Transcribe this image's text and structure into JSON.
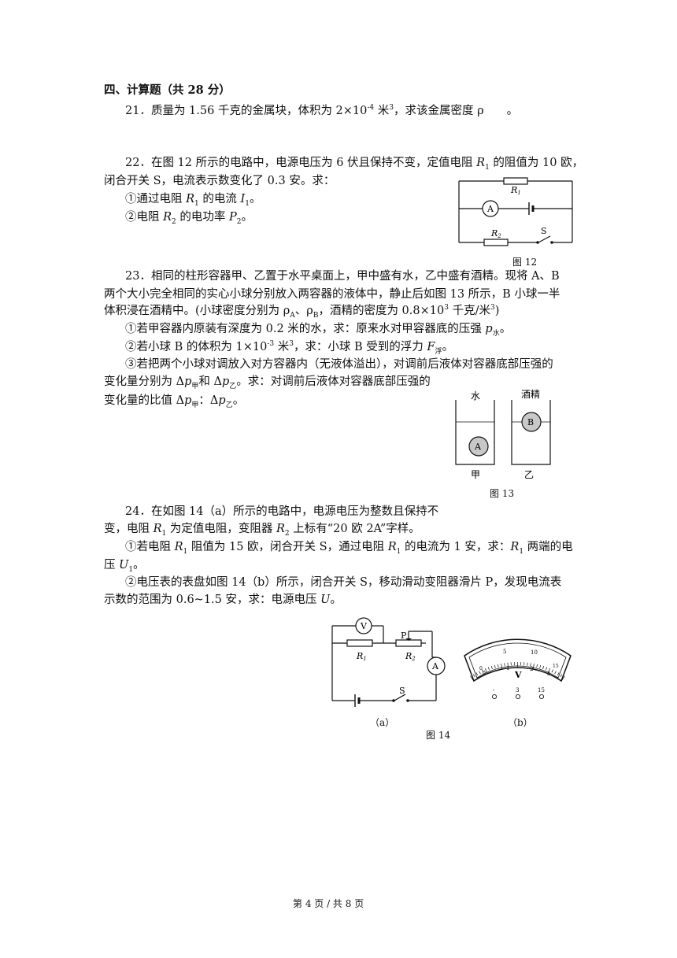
{
  "section": {
    "title": "四、计算题（共 28 分）"
  },
  "q21": {
    "text_a": "21．质量为 1.56 千克的金属块，体积为  2×10",
    "exp": "-4",
    "text_b": " 米",
    "sup3": "3",
    "text_c": "，求该金属密度 ρ　　。"
  },
  "q22": {
    "l1a": "22．在图 12 所示的电路中，电源电压为 6 伏且保持不变，定值电阻 ",
    "r1": "R",
    "sub1": "1",
    "l1b": " 的阻值为 10 欧，",
    "l2": "闭合开关 S，电流表示数变化了 0.3 安。求：",
    "l3a": "①通过电阻 ",
    "l3b": " 的电流 ",
    "i1": "I",
    "l3c": "。",
    "l4a": "②电阻 ",
    "sub2": "2",
    "l4b": " 的电功率 ",
    "p2": "P",
    "l4c": "。",
    "fig": {
      "caption": "图 12",
      "r1_label": "R",
      "r1_sub": "1",
      "r2_label": "R",
      "r2_sub": "2",
      "ammeter": "A",
      "switch": "S"
    }
  },
  "q23": {
    "l1": "23．相同的柱形容器甲、乙置于水平桌面上，甲中盛有水，乙中盛有酒精。现将 A、B",
    "l2": "两个大小完全相同的实心小球分别放入两容器的液体中，静止后如图 13 所示，B 小球一半",
    "l3a": "体积浸在酒精中。(小球密度分别为 ρ",
    "subA": "A",
    "l3b": "、ρ",
    "subB": "B",
    "l3c": "，酒精的密度为 0.8×10",
    "sup3": "3",
    "l3d": " 千克/米",
    "l3e": ")",
    "l4a": "①若甲容器内原装有深度为 0.2 米的水，求：原来水对甲容器底的压强 ",
    "p": "p",
    "sub_water": "水",
    "l4b": "。",
    "l5a": "②若小球 B 的体积为 1×10",
    "exp": "-3",
    "l5b": " 米",
    "l5c": "，求：小球 B 受到的浮力 ",
    "F": "F",
    "sub_float": "浮",
    "l5d": "。",
    "l6": "③若把两个小球对调放入对方容器内（无液体溢出），对调前后液体对容器底部压强的",
    "l7a": "变化量分别为 Δ",
    "sub_jia": "甲",
    "l7b": "和 Δ",
    "sub_yi": "乙",
    "l7c": "。求：对调前后液体对容器底部压强的",
    "l8a": "变化量的比值 Δ",
    "l8b": "：Δ",
    "l8c": "。",
    "fig": {
      "caption": "图 13",
      "water": "水",
      "alcohol": "酒精",
      "ball_a": "A",
      "ball_b": "B",
      "label_jia": "甲",
      "label_yi": "乙"
    }
  },
  "q24": {
    "l1": "24．在如图 14（a）所示的电路中，电源电压为整数且保持不",
    "l2a": "变，电阻 ",
    "r": "R",
    "sub1": "1",
    "l2b": " 为定值电阻，变阻器 ",
    "sub2": "2",
    "l2c": " 上标有“20 欧  2A”字样。",
    "l3a": "①若电阻 ",
    "l3b": " 阻值为 15 欧，闭合开关 S，通过电阻 ",
    "l3c": " 的电流为 1 安，求：",
    "l3d": " 两端的电",
    "l4a": "压 ",
    "u": "U",
    "l4b": "。",
    "l5": "②电压表的表盘如图 14（b）所示，闭合开关 S，移动滑动变阻器滑片 P，发现电流表",
    "l6a": "示数的范围为 0.6~1.5 安，求：电源电压 ",
    "l6b": "。",
    "fig": {
      "caption": "图 14",
      "sub_a": "（a）",
      "sub_b": "（b）",
      "voltmeter": "V",
      "ammeter": "A",
      "slider": "P",
      "switch": "S",
      "r1_label": "R",
      "r1_sub": "1",
      "r2_label": "R",
      "r2_sub": "2",
      "dial_top": [
        "0",
        "5",
        "10",
        "15"
      ],
      "dial_bottom": [
        "0",
        "1",
        "2",
        "3"
      ],
      "dial_unit": "V",
      "terminals": [
        "-",
        "3",
        "15"
      ]
    }
  },
  "footer": {
    "page": "第 4 页 / 共 8 页"
  }
}
